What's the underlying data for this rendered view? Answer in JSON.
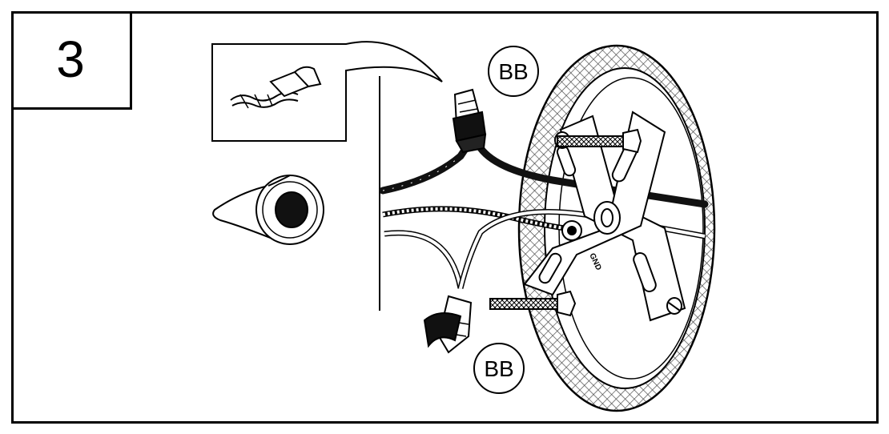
{
  "step": {
    "number": "3"
  },
  "callouts": [
    {
      "label": "BB"
    },
    {
      "label": "BB"
    }
  ],
  "plate": {
    "ground_label": "GND"
  },
  "colors": {
    "ink": "#000000",
    "paper": "#ffffff",
    "hatch": "#555555"
  }
}
